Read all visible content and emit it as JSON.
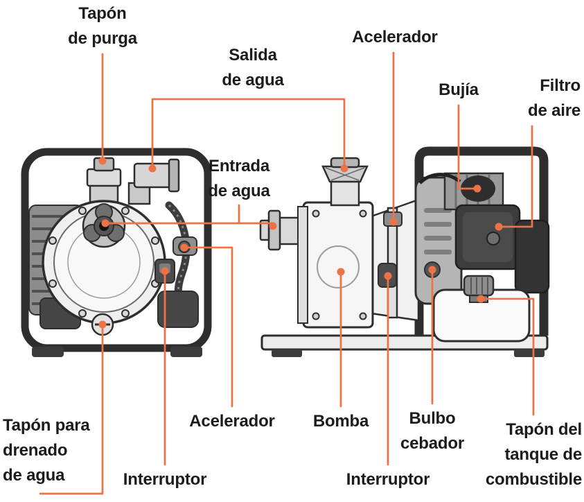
{
  "accent": "#ED7346",
  "labels": {
    "tapon_purga": "Tapón\nde purga",
    "salida_agua": "Salida\nde agua",
    "acelerador_superior": "Acelerador",
    "bujia": "Bujía",
    "filtro_aire": "Filtro\nde aire",
    "entrada_agua": "Entrada\nde agua",
    "tapon_drenado": "Tapón para\ndrenado\nde agua",
    "interruptor_frontal": "Interruptor",
    "acelerador_frontal": "Acelerador",
    "bomba": "Bomba",
    "interruptor_lateral": "Interruptor",
    "bulbo_cebador": "Bulbo\ncebador",
    "tapon_tanque": "Tapón del\ntanque de\ncombustible"
  }
}
